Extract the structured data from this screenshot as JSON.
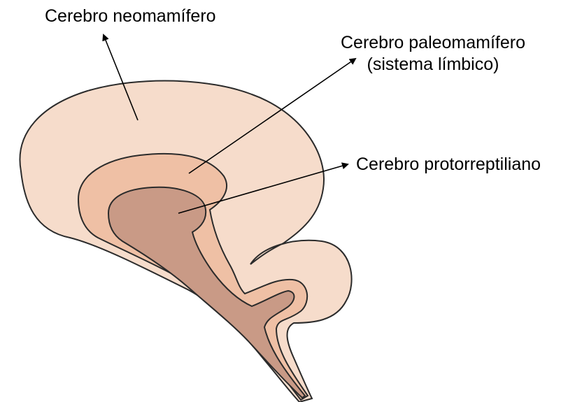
{
  "labels": {
    "neomammalian": "Cerebro neomamífero",
    "paleomammalian": "Cerebro paleomamífero",
    "paleomammalian_sub": "(sistema límbico)",
    "protoreptilian": "Cerebro protorreptiliano"
  },
  "colors": {
    "neomammalian_fill": "#f6dccb",
    "paleomammalian_fill": "#efc0a5",
    "protoreptilian_fill": "#c99a86",
    "outline": "#2b2b2b",
    "arrow": "#000000"
  }
}
